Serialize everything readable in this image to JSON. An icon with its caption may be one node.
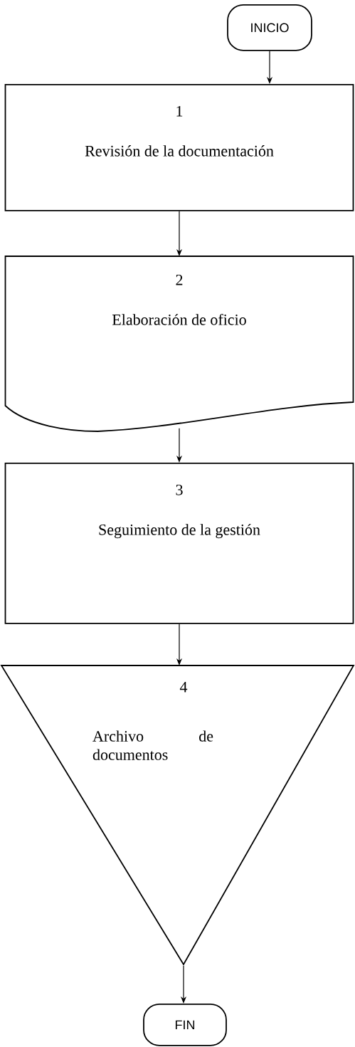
{
  "diagram": {
    "nodes": [
      {
        "text": [
          "INICIO"
        ]
      },
      {
        "text": [
          "1",
          "Revisión de la documentación"
        ]
      },
      {
        "text": [
          "2",
          "Elaboración de oficio"
        ]
      },
      {
        "text": [
          "3",
          "Seguimiento de la gestión"
        ]
      },
      {
        "text": [
          "4",
          "Archivo de documentos"
        ]
      },
      {
        "text": [
          "FIN"
        ]
      }
    ],
    "edges": [
      {
        "from": 0,
        "to": 1,
        "arrow": "to"
      },
      {
        "from": 1,
        "to": 2,
        "arrow": "to"
      },
      {
        "from": 2,
        "to": 3,
        "arrow": "to"
      },
      {
        "from": 3,
        "to": 4,
        "arrow": "to"
      },
      {
        "from": 4,
        "to": 5,
        "arrow": "to"
      }
    ]
  }
}
